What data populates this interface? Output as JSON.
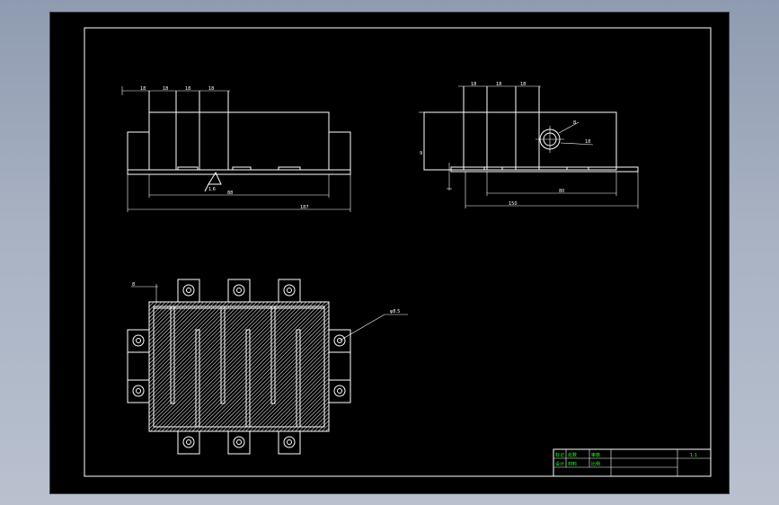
{
  "drawing": {
    "background": "#000000",
    "line_color": "#ffffff",
    "title_text_color": "#27ff27",
    "front_view": {
      "top_dims": [
        "18",
        "18",
        "18",
        "18"
      ],
      "bottom_dim_inner": "88",
      "bottom_dim_overall": "187",
      "roughness_value": "1.6"
    },
    "side_view": {
      "top_dims": [
        "18",
        "18",
        "18"
      ],
      "hole_labels": [
        "8",
        "18"
      ],
      "left_dim": "9",
      "bottom_dim_inner": "80",
      "bottom_dim_overall": "150"
    },
    "plan_view": {
      "corner_label": "8",
      "leader_label": "φ8.5"
    },
    "title_block": {
      "cells": [
        "标记",
        "处数",
        "设计",
        "审核",
        "材料",
        "比例"
      ],
      "scale": "1:1"
    }
  }
}
